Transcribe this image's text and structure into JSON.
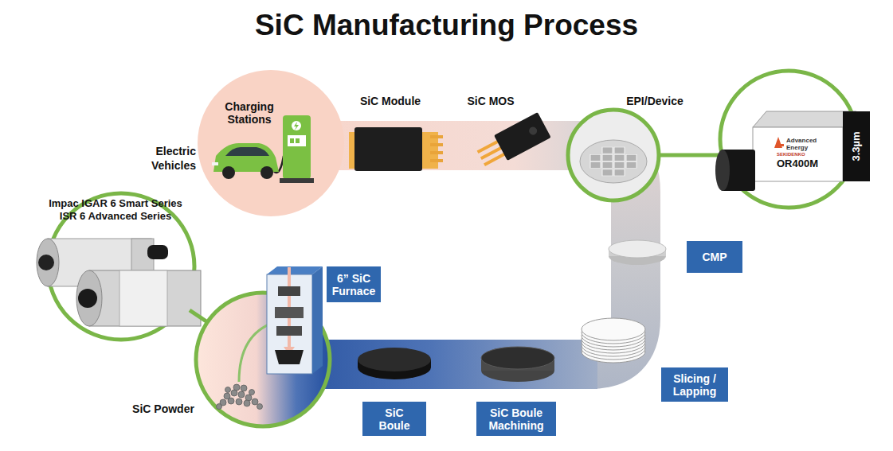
{
  "diagram": {
    "title": "SiC Manufacturing Process",
    "nodes": [
      {
        "text": [
          "Charging Stations"
        ]
      },
      {
        "text": [
          "6” SiC Furnace"
        ]
      },
      {
        "text": [
          "SiC Boule"
        ]
      },
      {
        "text": [
          "SiC Boule Machining"
        ]
      },
      {
        "text": [
          "Slicing / Lapping"
        ]
      },
      {
        "text": [
          "CMP"
        ]
      }
    ],
    "labels": [
      "Electric Vehicles",
      "SiC Module",
      "SiC MOS",
      "EPI/Device",
      "Impac IGAR 6 Smart Series",
      "ISR 6 Advanced Series",
      "SiC Powder",
      "Advanced Energy",
      "SEKIDENKO",
      "OR400M",
      "3.3µm"
    ]
  }
}
